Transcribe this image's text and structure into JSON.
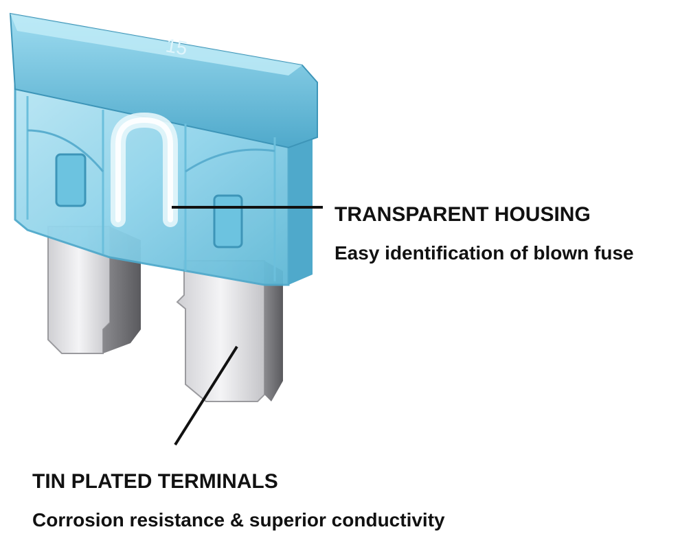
{
  "fuse": {
    "rating": "15",
    "housing_color": "#8fd3ea",
    "housing_shade": "#5fb8d6",
    "terminal_color": "#e8e8ea"
  },
  "callouts": {
    "housing": {
      "title": "TRANSPARENT HOUSING",
      "description": "Easy identification of blown fuse"
    },
    "terminals": {
      "title": "TIN PLATED TERMINALS",
      "description": "Corrosion resistance & superior conductivity"
    }
  },
  "leader_line_color": "#111111"
}
